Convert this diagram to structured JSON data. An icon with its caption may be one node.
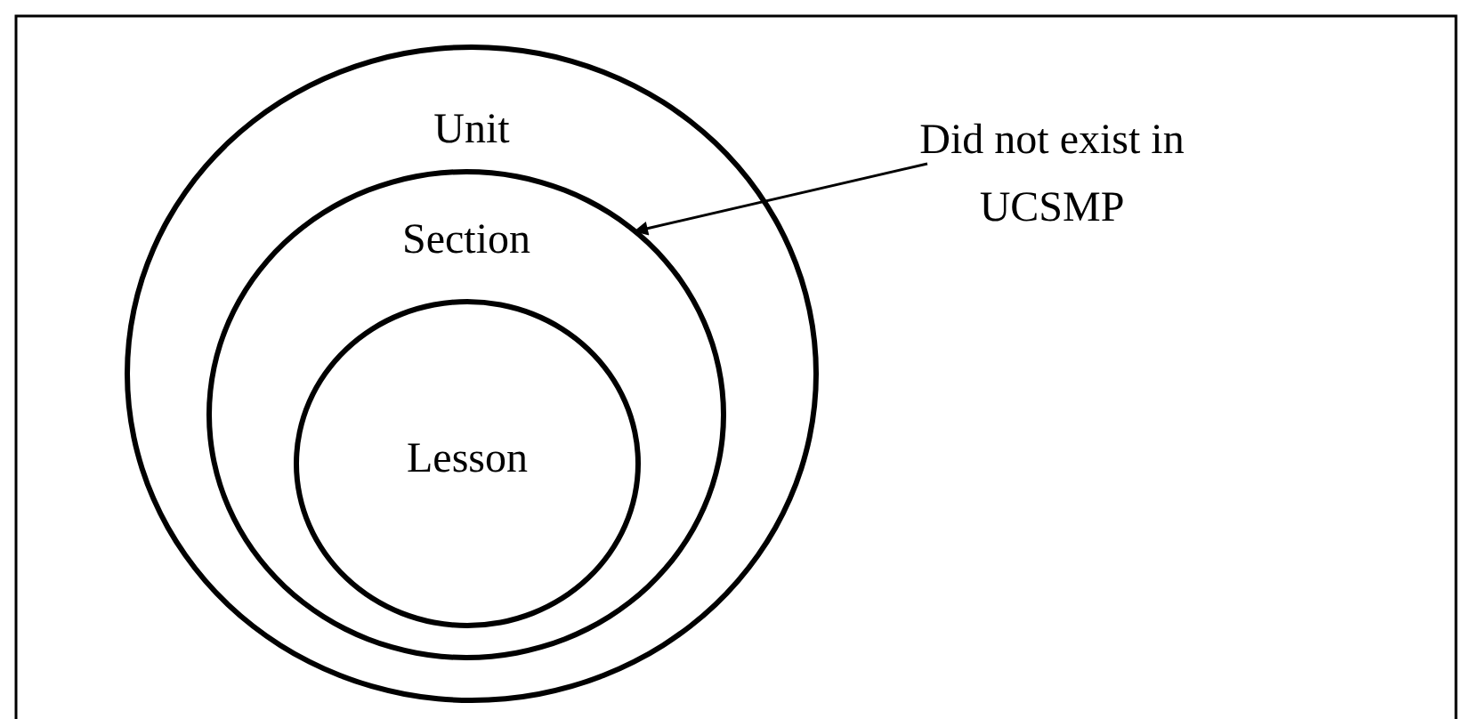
{
  "diagram": {
    "nodes": [
      {
        "text": [
          "Unit"
        ]
      },
      {
        "text": [
          "Section"
        ],
        "in": 0
      },
      {
        "text": [
          "Lesson"
        ],
        "in": 1
      },
      {
        "text": [
          "Did not exist in UCSMP"
        ]
      }
    ],
    "edges": [
      {
        "from": 3,
        "to": 1,
        "arrow": "to"
      }
    ]
  }
}
